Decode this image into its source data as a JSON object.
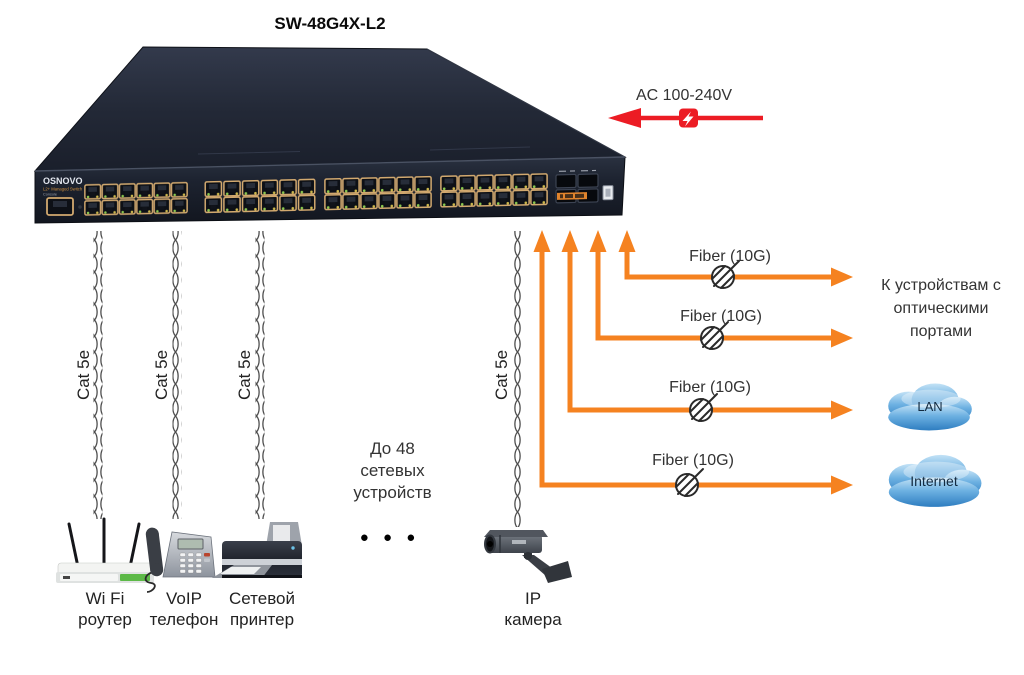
{
  "title": "SW-48G4X-L2",
  "switch": {
    "brand": "OSNOVO",
    "model_note": "L2+ Managed Switch",
    "console_label": "Console"
  },
  "power": {
    "label": "AC 100-240V"
  },
  "uplinks": {
    "fiber_label": "Fiber (10G)",
    "optical_destination": "К устройствам с\nоптическими\nпортами",
    "lan_label": "LAN",
    "internet_label": "Internet"
  },
  "cable_label": "Cat 5e",
  "capacity": {
    "note": "До 48\nсетевых\nустройств",
    "ellipsis": "● ● ●"
  },
  "devices": {
    "router": "Wi Fi\nроутер",
    "phone": "VoIP\nтелефон",
    "printer": "Сетевой\nпринтер",
    "camera": "IP\nкамера"
  },
  "colors": {
    "fiber_orange": "#F58220",
    "power_red": "#EC1C24",
    "cloud_blue": "#4a97d4"
  }
}
